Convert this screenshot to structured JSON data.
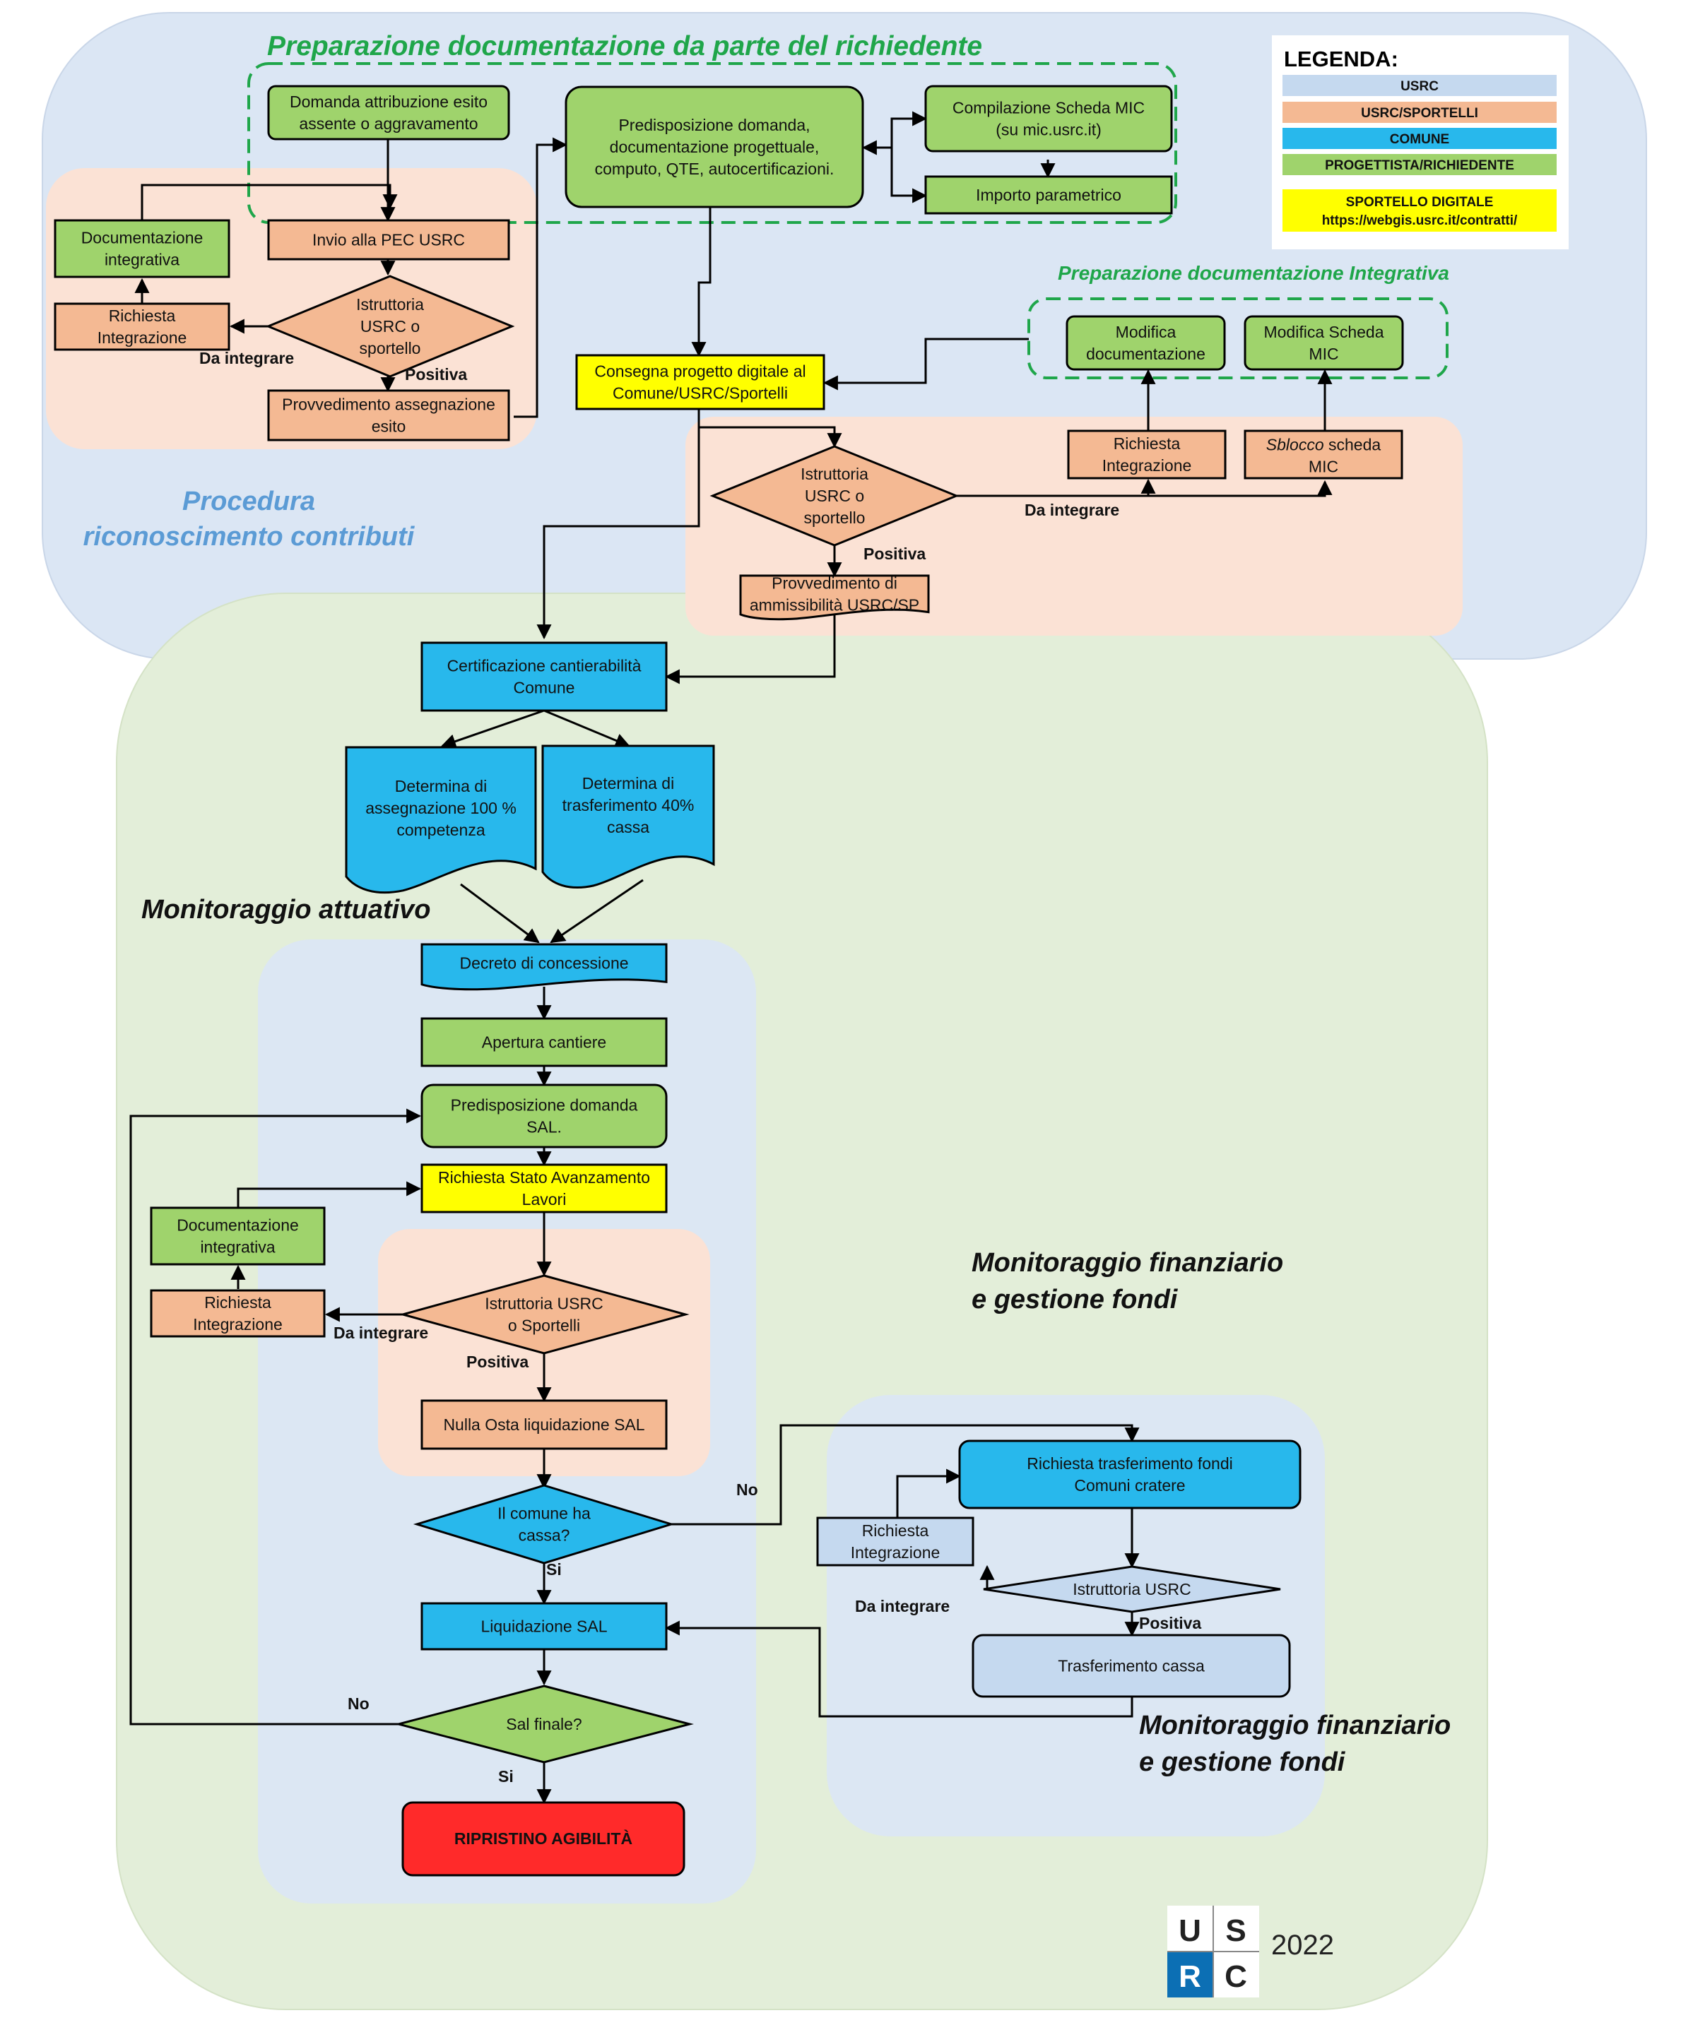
{
  "titles": {
    "prep_richiedente": "Preparazione documentazione da parte del richiedente",
    "prep_integrativa": "Preparazione documentazione Integrativa",
    "procedura_1": "Procedura",
    "procedura_2": "riconoscimento contributi",
    "monitoraggio_attuativo": "Monitoraggio attuativo",
    "fin_mid_1": "Monitoraggio finanziario",
    "fin_mid_2": "e gestione fondi",
    "fin_low_1": "Monitoraggio finanziario",
    "fin_low_2": "e gestione fondi"
  },
  "legend": {
    "title": "LEGENDA:",
    "items": [
      {
        "label": "USRC",
        "color": "#c5d9ef"
      },
      {
        "label": "USRC/SPORTELLI",
        "color": "#f4b993"
      },
      {
        "label": "COMUNE",
        "color": "#28b8ec"
      },
      {
        "label": "PROGETTISTA/RICHIEDENTE",
        "color": "#9fd36c"
      },
      {
        "label": "SPORTELLO DIGITALE",
        "label2": "https://webgis.usrc.it/contratti/",
        "color": "#ffff00"
      }
    ]
  },
  "nodes": {
    "domanda_esito": [
      "Domanda attribuzione esito",
      "assente o aggravamento"
    ],
    "invio_pec": [
      "Invio alla PEC USRC"
    ],
    "doc_integrativa_1": [
      "Documentazione",
      "integrativa"
    ],
    "richiesta_int_1": [
      "Richiesta",
      "Integrazione"
    ],
    "istruttoria_1": [
      "Istruttoria",
      "USRC o",
      "sportello"
    ],
    "provv_esito": [
      "Provvedimento assegnazione",
      "esito"
    ],
    "predisposizione": [
      "Predisposizione domanda,",
      "documentazione progettuale,",
      "computo, QTE, autocertificazioni."
    ],
    "scheda_mic": [
      "Compilazione Scheda MIC",
      "(su mic.usrc.it)"
    ],
    "importo": [
      "Importo parametrico"
    ],
    "consegna": [
      "Consegna progetto digitale al",
      "Comune/USRC/Sportelli"
    ],
    "modifica_doc": [
      "Modifica",
      "documentazione"
    ],
    "modifica_mic": [
      "Modifica Scheda",
      "MIC"
    ],
    "richiesta_int_2": [
      "Richiesta",
      "Integrazione"
    ],
    "sblocco_italic": "Sblocco",
    "sblocco_rest": " scheda",
    "sblocco_line2": "MIC",
    "istruttoria_2": [
      "Istruttoria",
      "USRC o",
      "sportello"
    ],
    "provv_ammiss": [
      "Provvedimento di",
      "ammissibilità USRC/SP"
    ],
    "certificazione": [
      "Certificazione cantierabilità",
      "Comune"
    ],
    "determina_100": [
      "Determina di",
      "assegnazione 100 %",
      "competenza"
    ],
    "determina_40": [
      "Determina di",
      "trasferimento 40%",
      "cassa"
    ],
    "decreto": [
      "Decreto di concessione"
    ],
    "apertura": [
      "Apertura cantiere"
    ],
    "predisp_sal": [
      "Predisposizione domanda",
      "SAL."
    ],
    "richiesta_sal": [
      "Richiesta Stato Avanzamento",
      "Lavori"
    ],
    "doc_integrativa_3": [
      "Documentazione",
      "integrativa"
    ],
    "richiesta_int_3": [
      "Richiesta",
      "Integrazione"
    ],
    "istruttoria_3": [
      "Istruttoria USRC",
      "o Sportelli"
    ],
    "nulla_osta": [
      "Nulla Osta liquidazione SAL"
    ],
    "comune_cassa": [
      "Il comune ha",
      "cassa?"
    ],
    "liquidazione": [
      "Liquidazione SAL"
    ],
    "sal_finale": [
      "Sal finale?"
    ],
    "ripristino": [
      "RIPRISTINO AGIBILITÀ"
    ],
    "richiesta_trasf": [
      "Richiesta trasferimento  fondi",
      "Comuni cratere"
    ],
    "richiesta_int_4": [
      "Richiesta",
      "Integrazione"
    ],
    "istruttoria_4": [
      "Istruttoria USRC"
    ],
    "trasf_cassa": [
      "Trasferimento cassa"
    ]
  },
  "edge_labels": {
    "da_integrare_1": "Da integrare",
    "positiva_1": "Positiva",
    "da_integrare_2": "Da integrare",
    "positiva_2": "Positiva",
    "da_integrare_3": "Da integrare",
    "positiva_3": "Positiva",
    "no_cassa": "No",
    "si_cassa": "Si",
    "no_sal": "No",
    "si_sal": "Si",
    "da_integrare_4": "Da integrare",
    "positiva_4": "Positiva"
  },
  "logo": {
    "letters": [
      "U",
      "S",
      "R",
      "C"
    ],
    "year": "2022"
  }
}
